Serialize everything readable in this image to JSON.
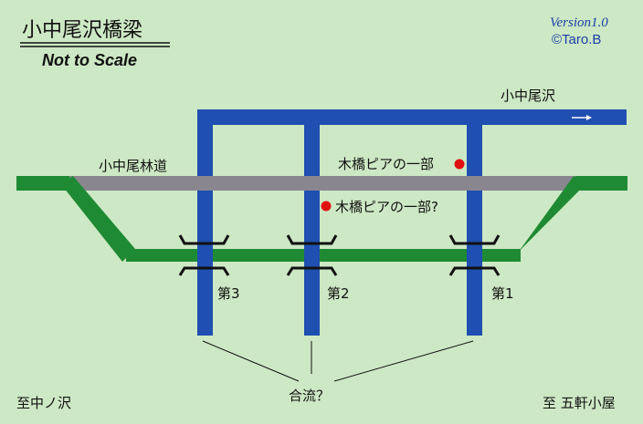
{
  "title": "小中尾沢橋梁",
  "subtitle": "Not to Scale",
  "version": "Version1.0",
  "copyright": "©Taro.B",
  "labels": {
    "river_top": "小中尾沢",
    "road": "小中尾林道",
    "pier_part": "木橋ピアの一部",
    "pier_part_q": "木橋ピアの一部?",
    "bridge1": "第1",
    "bridge2": "第2",
    "bridge3": "第3",
    "confluence": "合流？",
    "to_left": "至中ノ沢",
    "to_right": "至 五軒小屋"
  },
  "colors": {
    "background": "#cde8c4",
    "stream": "#1f4fb0",
    "road": "#8a8690",
    "embankment": "#1f8a34",
    "marker": "#e01010"
  }
}
